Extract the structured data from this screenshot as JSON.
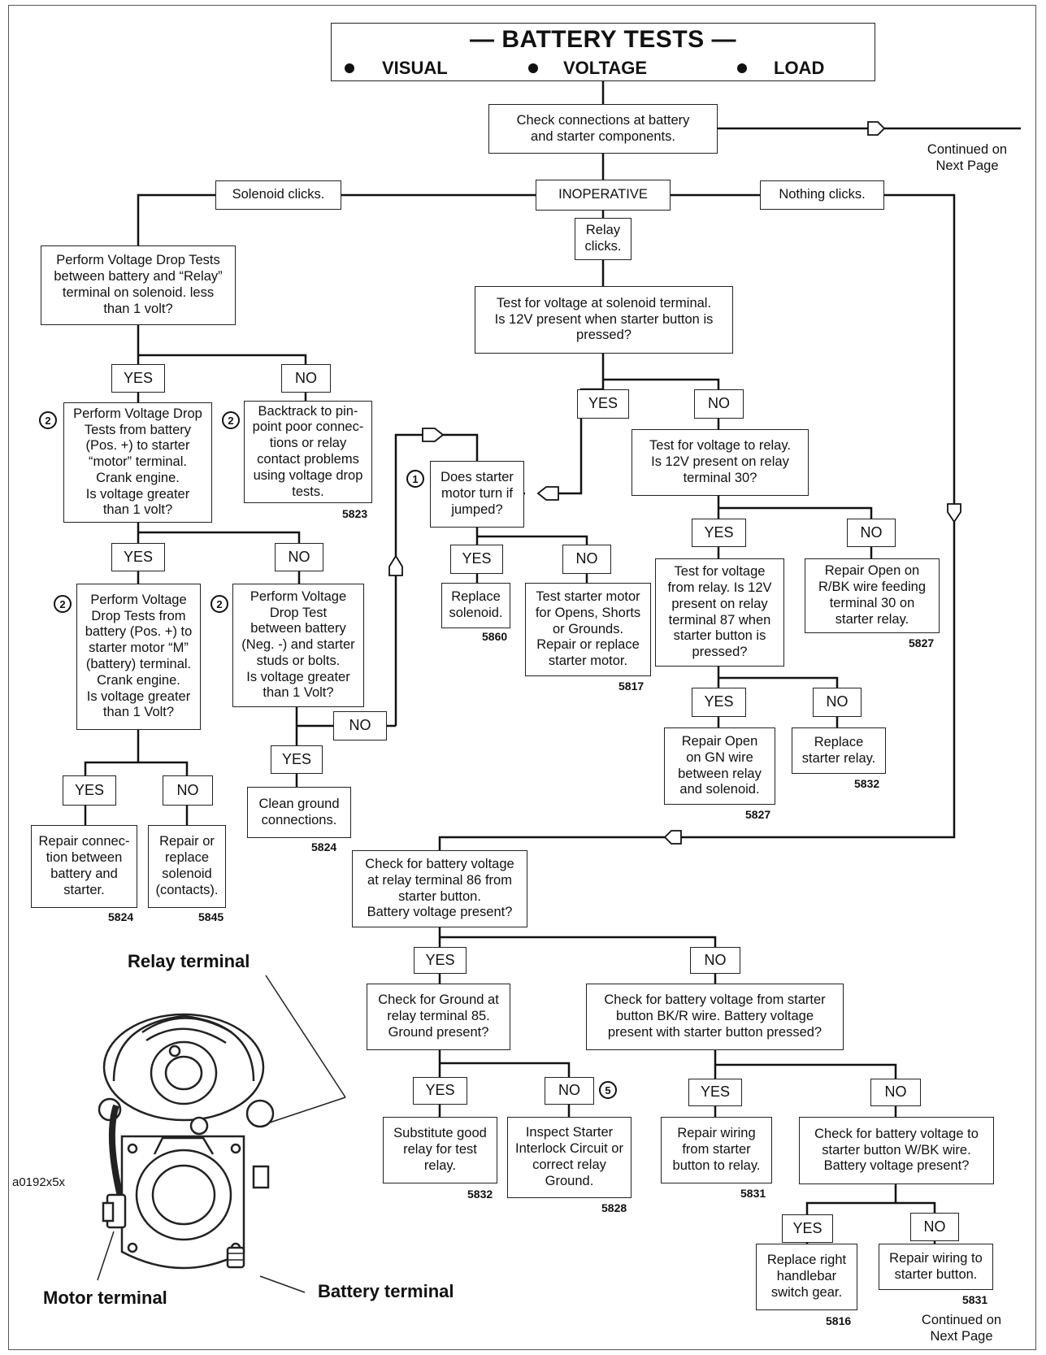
{
  "title": "— BATTERY TESTS —",
  "subtitle": {
    "visual": "VISUAL",
    "voltage": "VOLTAGE",
    "load": "LOAD"
  },
  "nodes": {
    "check_conn": "Check connections at battery\nand starter components.",
    "continued_top": "Continued on\nNext Page",
    "inoperative": "INOPERATIVE",
    "solenoid_clicks": "Solenoid clicks.",
    "nothing_clicks": "Nothing clicks.",
    "relay_clicks": "Relay\nclicks.",
    "vd_relay": "Perform Voltage Drop Tests\nbetween battery and “Relay”\nterminal on solenoid. less\nthan 1 volt?",
    "test_sol_term": "Test for voltage at solenoid terminal.\nIs 12V present when starter button is\npressed?",
    "vd_motor": "Perform Voltage Drop\nTests from battery\n(Pos. +) to starter\n“motor” terminal.\nCrank engine.\nIs voltage greater\nthan 1 volt?",
    "backtrack": "Backtrack to pin-\npoint poor connec-\ntions or relay\ncontact problems\nusing voltage drop\ntests.",
    "starter_jumped": "Does starter\nmotor turn if\njumped?",
    "test_relay_30": "Test for voltage to relay.\nIs 12V present on relay\nterminal 30?",
    "replace_solenoid": "Replace\nsolenoid.",
    "test_starter_motor": "Test starter motor\nfor Opens, Shorts\nor Grounds.\nRepair or replace\nstarter motor.",
    "test_relay_87": "Test for voltage\nfrom relay. Is 12V\npresent on relay\nterminal 87 when\nstarter button is\npressed?",
    "repair_rbk": "Repair Open on\nR/BK wire feeding\nterminal 30 on\nstarter relay.",
    "vd_m_term": "Perform Voltage\nDrop Tests from\nbattery (Pos. +) to\nstarter motor “M”\n(battery) terminal.\nCrank engine.\nIs voltage greater\nthan 1 Volt?",
    "vd_neg": "Perform Voltage\nDrop Test\nbetween battery\n(Neg. -) and starter\nstuds or bolts.\nIs voltage greater\nthan 1 Volt?",
    "repair_gn": "Repair Open\non GN wire\nbetween relay\nand solenoid.",
    "replace_relay": "Replace\nstarter relay.",
    "clean_ground": "Clean ground\nconnections.",
    "repair_conn": "Repair connec-\ntion between\nbattery and\nstarter.",
    "repair_solenoid": "Repair or\nreplace\nsolenoid\n(contacts).",
    "check_86": "Check for battery voltage\nat relay terminal 86 from\nstarter button.\nBattery voltage present?",
    "check_85": "Check for Ground at\nrelay terminal 85.\nGround present?",
    "check_bkr": "Check for battery voltage from starter\nbutton BK/R wire. Battery voltage\npresent with starter button pressed?",
    "substitute_relay": "Substitute good\nrelay for test\nrelay.",
    "inspect_interlock": "Inspect Starter\nInterlock Circuit or\ncorrect relay\nGround.",
    "repair_wiring_relay": "Repair wiring\nfrom starter\nbutton to relay.",
    "check_wbk": "Check for battery voltage to\nstarter button W/BK wire.\nBattery voltage present?",
    "replace_switch": "Replace right\nhandlebar\nswitch gear.",
    "repair_wiring_button": "Repair wiring to\nstarter button.",
    "continued_bottom": "Continued on\nNext Page"
  },
  "yes": "YES",
  "no": "NO",
  "codes": {
    "c5823": "5823",
    "c5860": "5860",
    "c5817": "5817",
    "c5827a": "5827",
    "c5827b": "5827",
    "c5832a": "5832",
    "c5824a": "5824",
    "c5824b": "5824",
    "c5845": "5845",
    "c5832b": "5832",
    "c5828": "5828",
    "c5831a": "5831",
    "c5816": "5816",
    "c5831b": "5831"
  },
  "circles": {
    "two": "2",
    "one": "1",
    "five": "5"
  },
  "figure": {
    "id": "a0192x5x",
    "relay_terminal": "Relay terminal",
    "motor_terminal": "Motor terminal",
    "battery_terminal": "Battery terminal"
  }
}
